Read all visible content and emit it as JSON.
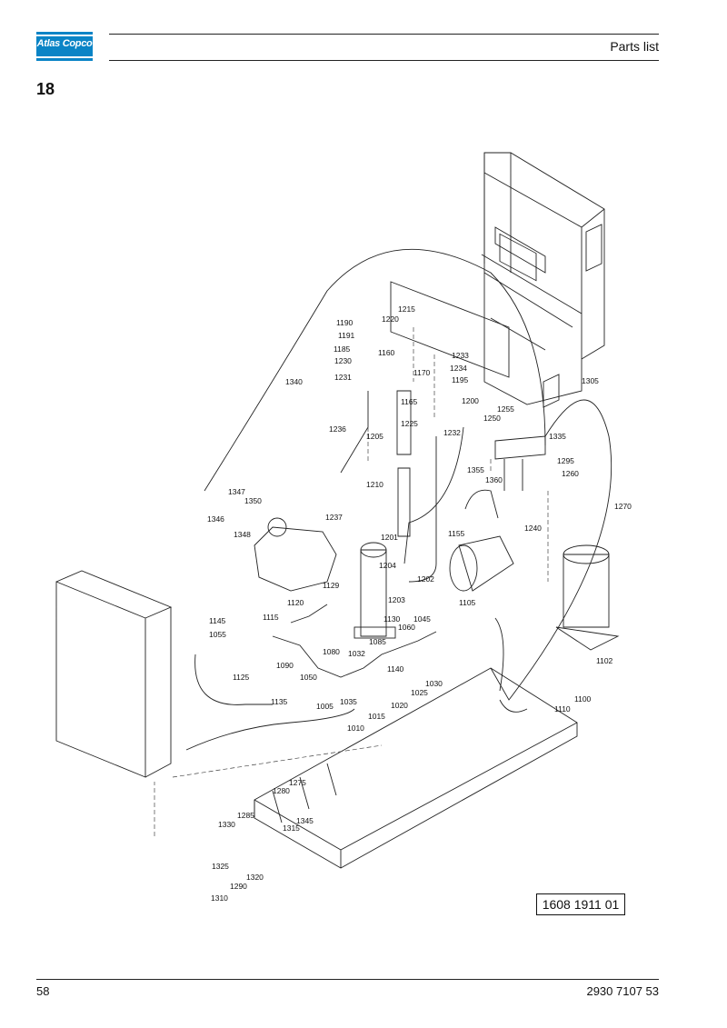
{
  "header": {
    "logo": "Atlas Copco",
    "title": "Parts list"
  },
  "section_number": "18",
  "drawing_number": "1608 1911 01",
  "footer": {
    "page": "58",
    "doc_number": "2930 7107 53"
  },
  "parts": [
    {
      "id": "p1190",
      "label": "1190"
    },
    {
      "id": "p1191",
      "label": "1191"
    },
    {
      "id": "p1185",
      "label": "1185"
    },
    {
      "id": "p1230",
      "label": "1230"
    },
    {
      "id": "p1231",
      "label": "1231"
    },
    {
      "id": "p1340",
      "label": "1340"
    },
    {
      "id": "p1236",
      "label": "1236"
    },
    {
      "id": "p1215",
      "label": "1215"
    },
    {
      "id": "p1220",
      "label": "1220"
    },
    {
      "id": "p1160",
      "label": "1160"
    },
    {
      "id": "p1170",
      "label": "1170"
    },
    {
      "id": "p1165",
      "label": "1165"
    },
    {
      "id": "p1233",
      "label": "1233"
    },
    {
      "id": "p1234",
      "label": "1234"
    },
    {
      "id": "p1195",
      "label": "1195"
    },
    {
      "id": "p1200",
      "label": "1200"
    },
    {
      "id": "p1225",
      "label": "1225"
    },
    {
      "id": "p1232",
      "label": "1232"
    },
    {
      "id": "p1205",
      "label": "1205"
    },
    {
      "id": "p1210",
      "label": "1210"
    },
    {
      "id": "p1255",
      "label": "1255"
    },
    {
      "id": "p1250",
      "label": "1250"
    },
    {
      "id": "p1335",
      "label": "1335"
    },
    {
      "id": "p1305",
      "label": "1305"
    },
    {
      "id": "p1295",
      "label": "1295"
    },
    {
      "id": "p1260",
      "label": "1260"
    },
    {
      "id": "p1355",
      "label": "1355"
    },
    {
      "id": "p1360",
      "label": "1360"
    },
    {
      "id": "p1270",
      "label": "1270"
    },
    {
      "id": "p1240",
      "label": "1240"
    },
    {
      "id": "p1347",
      "label": "1347"
    },
    {
      "id": "p1350",
      "label": "1350"
    },
    {
      "id": "p1346",
      "label": "1346"
    },
    {
      "id": "p1348",
      "label": "1348"
    },
    {
      "id": "p1237",
      "label": "1237"
    },
    {
      "id": "p1201",
      "label": "1201"
    },
    {
      "id": "p1155",
      "label": "1155"
    },
    {
      "id": "p1204",
      "label": "1204"
    },
    {
      "id": "p1202",
      "label": "1202"
    },
    {
      "id": "p1203",
      "label": "1203"
    },
    {
      "id": "p1129",
      "label": "1129"
    },
    {
      "id": "p1120",
      "label": "1120"
    },
    {
      "id": "p1115",
      "label": "1115"
    },
    {
      "id": "p1145",
      "label": "1145"
    },
    {
      "id": "p1055",
      "label": "1055"
    },
    {
      "id": "p1105",
      "label": "1105"
    },
    {
      "id": "p1130",
      "label": "1130"
    },
    {
      "id": "p1060",
      "label": "1060"
    },
    {
      "id": "p1045",
      "label": "1045"
    },
    {
      "id": "p1085",
      "label": "1085"
    },
    {
      "id": "p1080",
      "label": "1080"
    },
    {
      "id": "p1032",
      "label": "1032"
    },
    {
      "id": "p1125",
      "label": "1125"
    },
    {
      "id": "p1090",
      "label": "1090"
    },
    {
      "id": "p1050",
      "label": "1050"
    },
    {
      "id": "p1140",
      "label": "1140"
    },
    {
      "id": "p1030",
      "label": "1030"
    },
    {
      "id": "p1025",
      "label": "1025"
    },
    {
      "id": "p1102",
      "label": "1102"
    },
    {
      "id": "p1035",
      "label": "1035"
    },
    {
      "id": "p1020",
      "label": "1020"
    },
    {
      "id": "p1100",
      "label": "1100"
    },
    {
      "id": "p1135",
      "label": "1135"
    },
    {
      "id": "p1005",
      "label": "1005"
    },
    {
      "id": "p1015",
      "label": "1015"
    },
    {
      "id": "p1110",
      "label": "1110"
    },
    {
      "id": "p1010",
      "label": "1010"
    },
    {
      "id": "p1275",
      "label": "1275"
    },
    {
      "id": "p1280",
      "label": "1280"
    },
    {
      "id": "p1285",
      "label": "1285"
    },
    {
      "id": "p1345",
      "label": "1345"
    },
    {
      "id": "p1330",
      "label": "1330"
    },
    {
      "id": "p1315",
      "label": "1315"
    },
    {
      "id": "p1325",
      "label": "1325"
    },
    {
      "id": "p1320",
      "label": "1320"
    },
    {
      "id": "p1290",
      "label": "1290"
    },
    {
      "id": "p1310",
      "label": "1310"
    }
  ]
}
